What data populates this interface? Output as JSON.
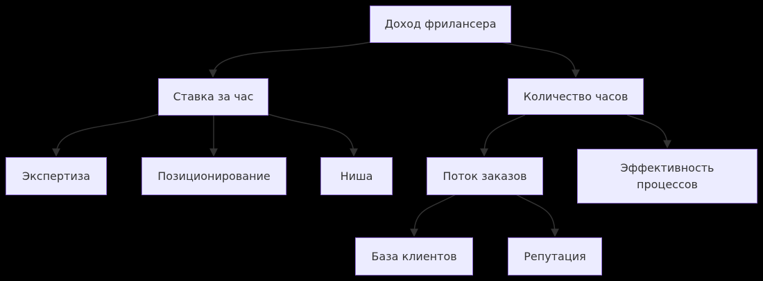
{
  "diagram": {
    "type": "flowchart",
    "direction": "top-down",
    "title": "Доход фрилансера",
    "colors": {
      "background": "#000000",
      "node-fill": "#ECECFF",
      "node-border": "#9370DB",
      "node-text": "#333333",
      "edge": "#333333"
    },
    "nodes": [
      {
        "id": "income",
        "label": "Доход фрилансера"
      },
      {
        "id": "hourly_rate",
        "label": "Ставка за час"
      },
      {
        "id": "hours_count",
        "label": "Количество часов"
      },
      {
        "id": "expertise",
        "label": "Экспертиза"
      },
      {
        "id": "positioning",
        "label": "Позиционирование"
      },
      {
        "id": "niche",
        "label": "Ниша"
      },
      {
        "id": "order_flow",
        "label": "Поток заказов"
      },
      {
        "id": "process_efficiency",
        "label": "Эффективность процессов"
      },
      {
        "id": "client_base",
        "label": "База клиентов"
      },
      {
        "id": "reputation",
        "label": "Репутация"
      }
    ],
    "edges": [
      {
        "from": "income",
        "to": "hourly_rate"
      },
      {
        "from": "income",
        "to": "hours_count"
      },
      {
        "from": "hourly_rate",
        "to": "expertise"
      },
      {
        "from": "hourly_rate",
        "to": "positioning"
      },
      {
        "from": "hourly_rate",
        "to": "niche"
      },
      {
        "from": "hours_count",
        "to": "order_flow"
      },
      {
        "from": "hours_count",
        "to": "process_efficiency"
      },
      {
        "from": "order_flow",
        "to": "client_base"
      },
      {
        "from": "order_flow",
        "to": "reputation"
      }
    ]
  }
}
